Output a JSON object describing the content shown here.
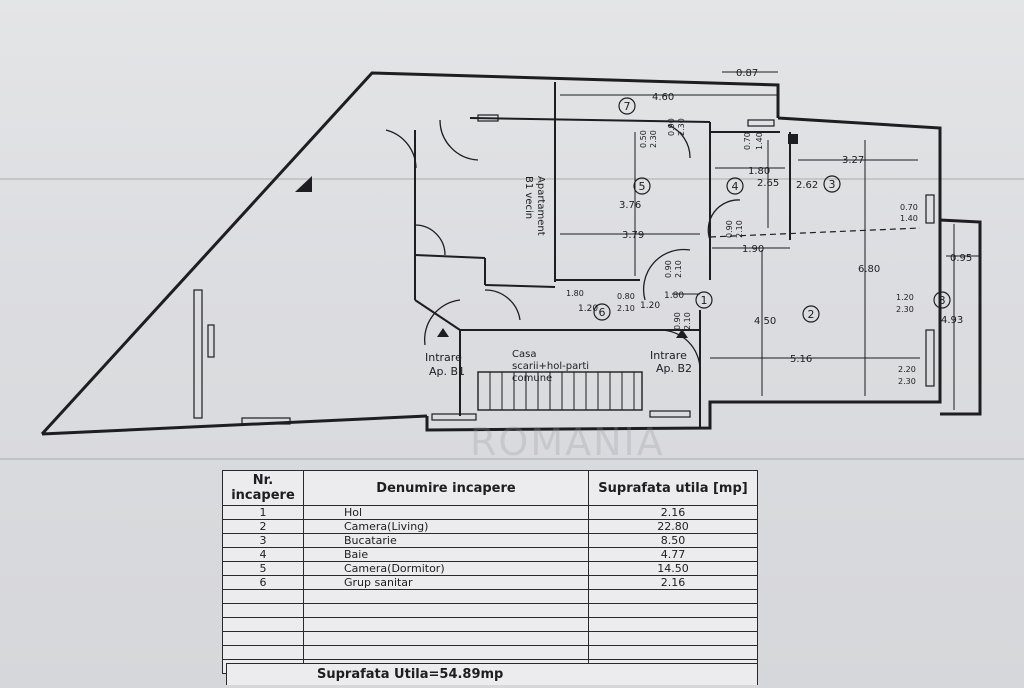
{
  "plan": {
    "dims": {
      "d087": "0.87",
      "d460": "4.60",
      "d050": "0.50",
      "d230a": "2.30",
      "d090a": "0.90",
      "d230b": "2.30",
      "d070a": "0.70",
      "d140a": "1.40",
      "d180a": "1.80",
      "d265": "2.65",
      "d327": "3.27",
      "d262": "2.62",
      "d376": "3.76",
      "d379": "3.79",
      "d090b": "0.90",
      "d210a": "2.10",
      "d190": "1.90",
      "d070b": "0.70",
      "d140b": "1.40",
      "d680": "6.80",
      "d095": "0.95",
      "d090c": "0.90",
      "d210b": "2.10",
      "d180b": "1.80",
      "d120a": "1.20",
      "d080": "0.80",
      "d210c": "2.10",
      "d120b": "1.20",
      "d180c": "1.80",
      "d450": "4.50",
      "d120c": "1.20",
      "d230c": "2.30",
      "d493": "4.93",
      "d090d": "0.90",
      "d210d": "2.10",
      "d516": "5.16",
      "d220": "2.20",
      "d230d": "2.30"
    },
    "room_nums": [
      "1",
      "2",
      "3",
      "4",
      "5",
      "6",
      "7",
      "8"
    ],
    "labels": {
      "apt_line1": "Apartament",
      "apt_line2": "B1 vecin",
      "intrare_b1_1": "Intrare",
      "intrare_b1_2": "Ap. B1",
      "casa_1": "Casa",
      "casa_2": "scarii+hol-parti",
      "casa_3": "comune",
      "intrare_b2_1": "Intrare",
      "intrare_b2_2": "Ap. B2"
    }
  },
  "watermark": "ROMANIA",
  "table": {
    "headers": {
      "nr": "Nr. incapere",
      "denumire": "Denumire incapere",
      "suprafata": "Suprafata utila [mp]"
    },
    "rows": [
      {
        "nr": "1",
        "denumire": "Hol",
        "suprafata": "2.16"
      },
      {
        "nr": "2",
        "denumire": "Camera(Living)",
        "suprafata": "22.80"
      },
      {
        "nr": "3",
        "denumire": "Bucatarie",
        "suprafata": "8.50"
      },
      {
        "nr": "4",
        "denumire": "Baie",
        "suprafata": "4.77"
      },
      {
        "nr": "5",
        "denumire": "Camera(Dormitor)",
        "suprafata": "14.50"
      },
      {
        "nr": "6",
        "denumire": "Grup sanitar",
        "suprafata": "2.16"
      }
    ],
    "empty_rows": 6,
    "total": "Suprafata Utila=54.89mp"
  }
}
